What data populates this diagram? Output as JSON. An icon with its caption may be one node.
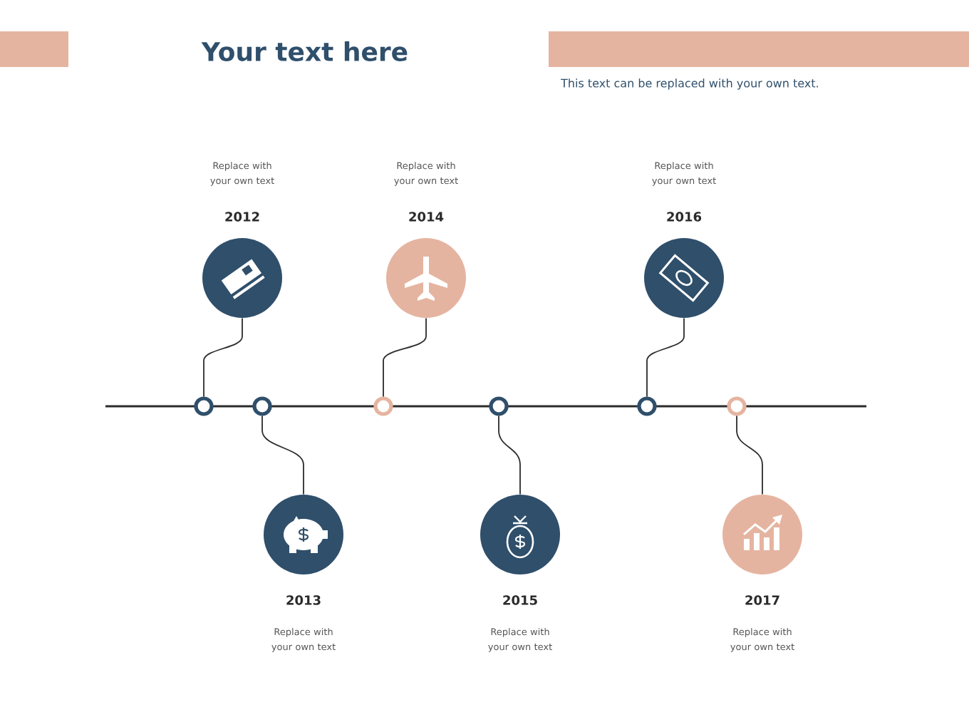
{
  "diagram": {
    "title": "Your text here",
    "nodes": [
      {
        "text": [],
        "shape": "circle",
        "beside": [
          "Replace with your own text",
          "2012"
        ]
      },
      {
        "text": [],
        "shape": "circle"
      },
      {
        "text": [],
        "shape": "circle",
        "beside": [
          "2013",
          "Replace with your own text"
        ]
      },
      {
        "text": [],
        "shape": "circle"
      },
      {
        "text": [],
        "shape": "circle",
        "beside": [
          "Replace with your own text",
          "2014"
        ]
      },
      {
        "text": [],
        "shape": "circle"
      },
      {
        "text": [],
        "shape": "circle",
        "beside": [
          "2015",
          "Replace with your own text"
        ]
      },
      {
        "text": [],
        "shape": "circle"
      },
      {
        "text": [],
        "shape": "circle",
        "beside": [
          "Replace with your own text",
          "2016"
        ]
      },
      {
        "text": [],
        "shape": "circle"
      },
      {
        "text": [],
        "shape": "circle",
        "beside": [
          "2017",
          "Replace with your own text"
        ]
      },
      {
        "text": [],
        "shape": "circle"
      }
    ],
    "edges": [
      {
        "from": 0,
        "to": 1,
        "arrow": "none"
      },
      {
        "from": 2,
        "to": 3,
        "arrow": "none"
      },
      {
        "from": 4,
        "to": 5,
        "arrow": "none"
      },
      {
        "from": 6,
        "to": 7,
        "arrow": "none"
      },
      {
        "from": 8,
        "to": 9,
        "arrow": "none"
      },
      {
        "from": 10,
        "to": 11,
        "arrow": "none"
      }
    ],
    "labels": [
      "This text can be replaced with your own text."
    ]
  }
}
